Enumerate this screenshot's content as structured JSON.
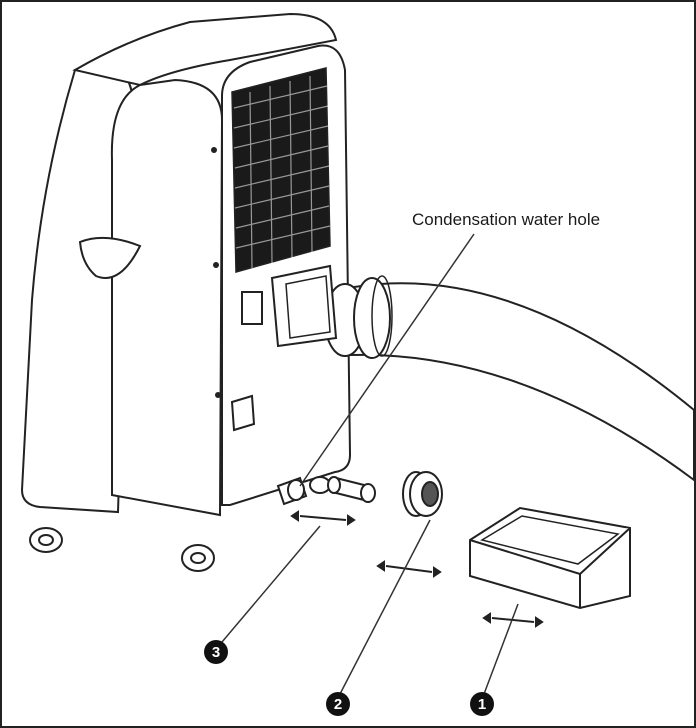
{
  "callouts": {
    "condensation_hole": "Condensation water hole"
  },
  "parts": [
    {
      "number": "3"
    },
    {
      "number": "2"
    },
    {
      "number": "1"
    }
  ],
  "colors": {
    "line": "#222222",
    "badge_fill": "#111111",
    "grille": "#1a1a1a"
  }
}
